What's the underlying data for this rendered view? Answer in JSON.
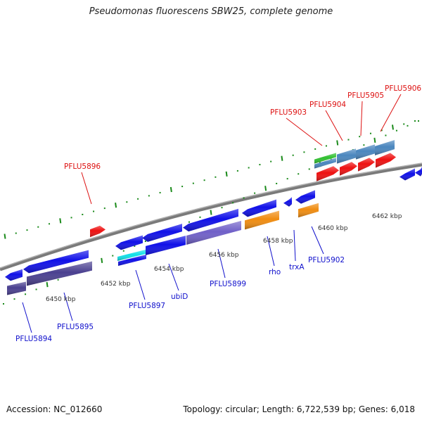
{
  "title": "Pseudomonas fluorescens SBW25, complete genome",
  "footer": {
    "accession": "Accession: NC_012660",
    "summary": "Topology: circular; Length: 6,722,539 bp; Genes: 6,018"
  },
  "colors": {
    "backbone": "#8a8a8a",
    "tick": "#1a8a1a",
    "gene_blue": "#1010e8",
    "gene_red": "#ee1111",
    "cds_purple": "#4a4090",
    "cds_lavender": "#7060c8",
    "cds_cyan": "#10e0e8",
    "cds_orange": "#f08c10",
    "cds_steel": "#4a86be",
    "cds_green": "#30c030",
    "label_blue": "#1010cc",
    "label_red": "#dd1111"
  },
  "scale_labels": [
    "6450 kbp",
    "6452 kbp",
    "6454 kbp",
    "6456 kbp",
    "6458 kbp",
    "6460 kbp",
    "6462 kbp"
  ],
  "forward_labels": [
    "PFLU5896",
    "PFLU5903",
    "PFLU5904",
    "PFLU5905",
    "PFLU5906"
  ],
  "reverse_labels": [
    "PFLU5894",
    "PFLU5895",
    "PFLU5897",
    "ubiD",
    "PFLU5899",
    "rho",
    "trxA",
    "PFLU5902"
  ]
}
